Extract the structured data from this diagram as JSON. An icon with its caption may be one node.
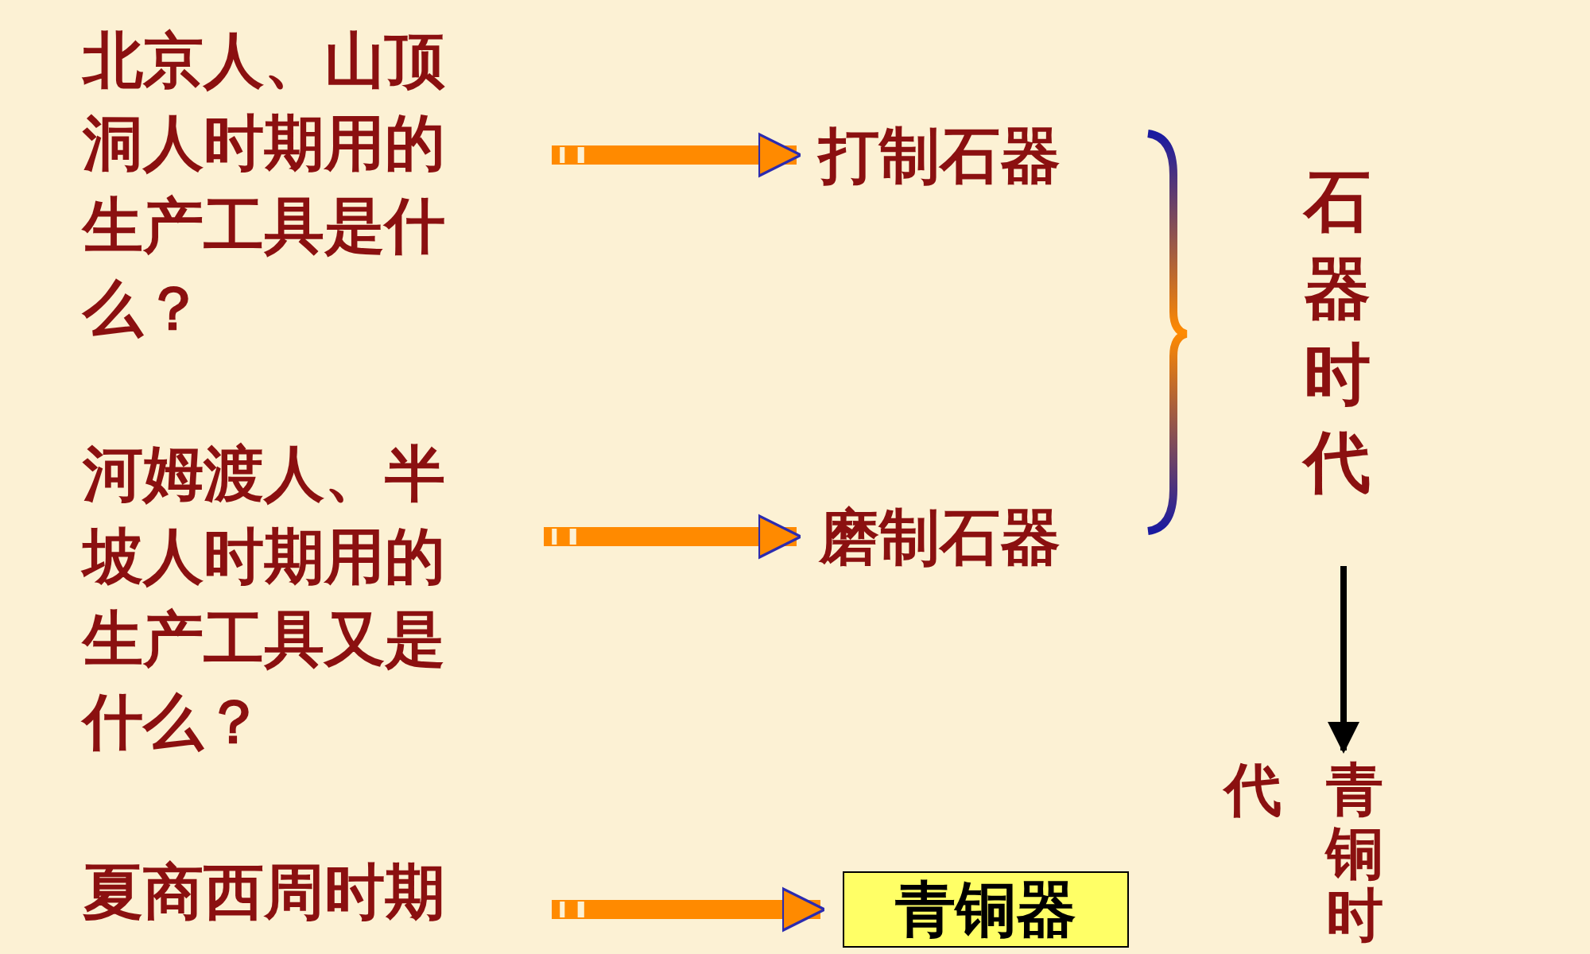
{
  "diagram": {
    "nodes": [
      {
        "text": [
          "北京人、山顶洞人时期用的生产工具是什么？"
        ]
      },
      {
        "text": [
          "打制石器"
        ]
      },
      {
        "text": [
          "河姆渡人、半坡人时期用的生产工具又是什么？"
        ]
      },
      {
        "text": [
          "磨制石器"
        ]
      },
      {
        "text": [
          "石器时代"
        ]
      },
      {
        "text": [
          "青铜时代"
        ]
      },
      {
        "text": [
          "夏商西周时期"
        ]
      },
      {
        "text": [
          "青铜器"
        ]
      }
    ],
    "edges": [
      {
        "from": 0,
        "to": 1,
        "arrow": "to"
      },
      {
        "from": 2,
        "to": 3,
        "arrow": "to"
      },
      {
        "from": 4,
        "to": 5,
        "arrow": "to",
        "color": "#000000"
      },
      {
        "from": 6,
        "to": 7,
        "arrow": "to"
      }
    ]
  }
}
